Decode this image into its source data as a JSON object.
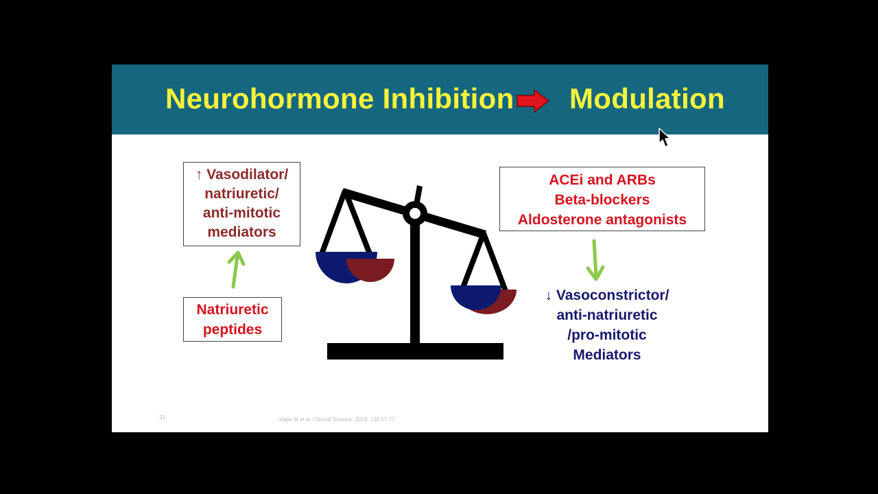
{
  "slide": {
    "title_left": "Neurohormone Inhibition",
    "title_right": "Modulation",
    "arrow_icon": "right-arrow-icon",
    "vasodilator_box": {
      "lines": [
        "↑ Vasodilator/",
        "natriuretic/",
        "anti-mitotic",
        "mediators"
      ]
    },
    "natriuretic_box": {
      "lines": [
        "Natriuretic",
        "peptides"
      ]
    },
    "drugs_box": {
      "lines": [
        "ACEi and ARBs",
        "Beta-blockers",
        "Aldosterone antagonists"
      ]
    },
    "vasoconstrictor_text": {
      "lines": [
        "↓ Vasoconstrictor/",
        "anti-natriuretic",
        "/pro-mitotic",
        "Mediators"
      ]
    },
    "slide_number": "23",
    "citation": "Volpe M et al. Clinical Science. 2016. 130 57-77",
    "colors": {
      "header_bg": "#15667f",
      "title_yellow": "#f7f43b",
      "arrow_red": "#e0141b",
      "green_arrow": "#8cc84b",
      "dark_red": "#8b2a2a",
      "bright_red": "#d4121f",
      "navy": "#17186b",
      "balance_black": "#000000"
    }
  }
}
